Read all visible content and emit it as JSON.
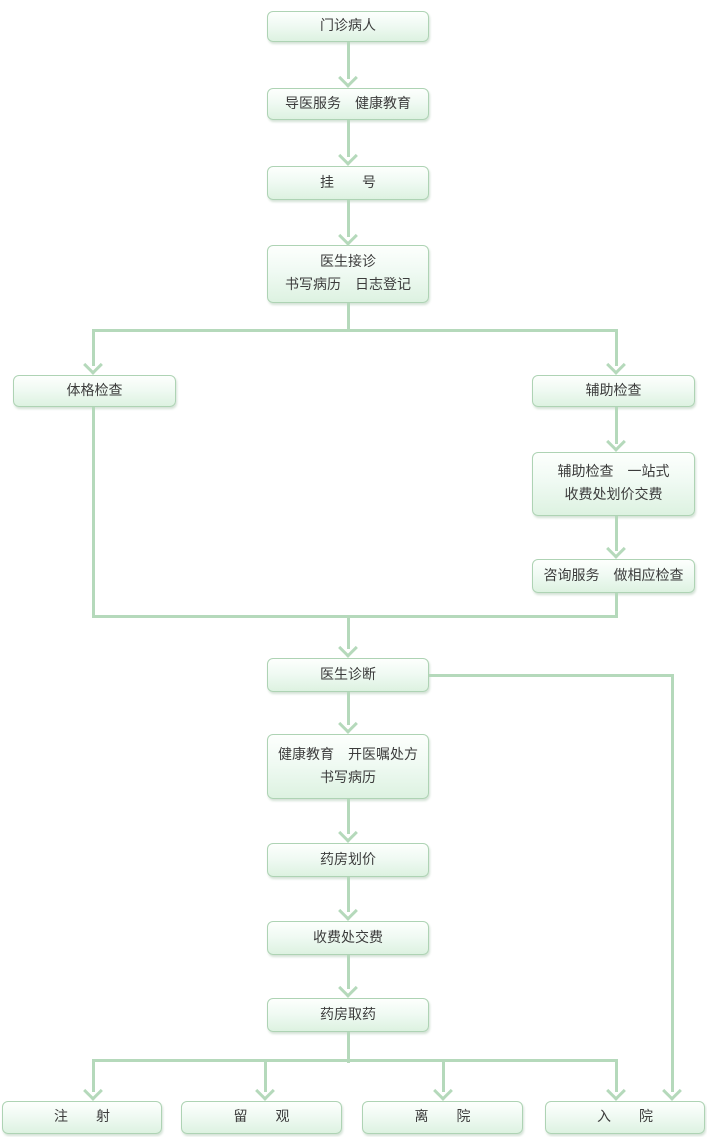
{
  "flowchart": {
    "nodes": [
      {
        "id": "outpatient",
        "label": "门诊病人"
      },
      {
        "id": "guide-service",
        "label": "导医服务　健康教育"
      },
      {
        "id": "registration",
        "label": "挂　　号"
      },
      {
        "id": "doctor-reception",
        "label": "医生接诊\n书写病历　日志登记"
      },
      {
        "id": "physical-exam",
        "label": "体格检查"
      },
      {
        "id": "auxiliary-exam",
        "label": "辅助检查"
      },
      {
        "id": "auxiliary-exam-payment",
        "label": "辅助检查　一站式\n收费处划价交费"
      },
      {
        "id": "consult-service",
        "label": "咨询服务　做相应检查"
      },
      {
        "id": "doctor-diagnosis",
        "label": "医生诊断"
      },
      {
        "id": "health-education-prescription",
        "label": "健康教育　开医嘱处方\n书写病历"
      },
      {
        "id": "pharmacy-pricing",
        "label": "药房划价"
      },
      {
        "id": "cashier-payment",
        "label": "收费处交费"
      },
      {
        "id": "pharmacy-dispense",
        "label": "药房取药"
      },
      {
        "id": "injection",
        "label": "注　　射"
      },
      {
        "id": "observation",
        "label": "留　　观"
      },
      {
        "id": "discharge",
        "label": "离　　院"
      },
      {
        "id": "admission",
        "label": "入　　院"
      }
    ],
    "edges": [
      {
        "from": "outpatient",
        "to": "guide-service"
      },
      {
        "from": "guide-service",
        "to": "registration"
      },
      {
        "from": "registration",
        "to": "doctor-reception"
      },
      {
        "from": "doctor-reception",
        "to": "physical-exam"
      },
      {
        "from": "doctor-reception",
        "to": "auxiliary-exam"
      },
      {
        "from": "auxiliary-exam",
        "to": "auxiliary-exam-payment"
      },
      {
        "from": "auxiliary-exam-payment",
        "to": "consult-service"
      },
      {
        "from": "physical-exam",
        "to": "doctor-diagnosis"
      },
      {
        "from": "consult-service",
        "to": "doctor-diagnosis"
      },
      {
        "from": "doctor-diagnosis",
        "to": "health-education-prescription"
      },
      {
        "from": "doctor-diagnosis",
        "to": "admission"
      },
      {
        "from": "health-education-prescription",
        "to": "pharmacy-pricing"
      },
      {
        "from": "pharmacy-pricing",
        "to": "cashier-payment"
      },
      {
        "from": "cashier-payment",
        "to": "pharmacy-dispense"
      },
      {
        "from": "pharmacy-dispense",
        "to": "injection"
      },
      {
        "from": "pharmacy-dispense",
        "to": "observation"
      },
      {
        "from": "pharmacy-dispense",
        "to": "discharge"
      },
      {
        "from": "pharmacy-dispense",
        "to": "admission"
      }
    ],
    "colors": {
      "background": "#ffffff",
      "node_border": "#aed3b4",
      "node_fill_top": "#fdfffd",
      "node_fill_bottom": "#ddf2e1",
      "connector": "#b5d9bb",
      "text": "#3c3c3c"
    }
  }
}
